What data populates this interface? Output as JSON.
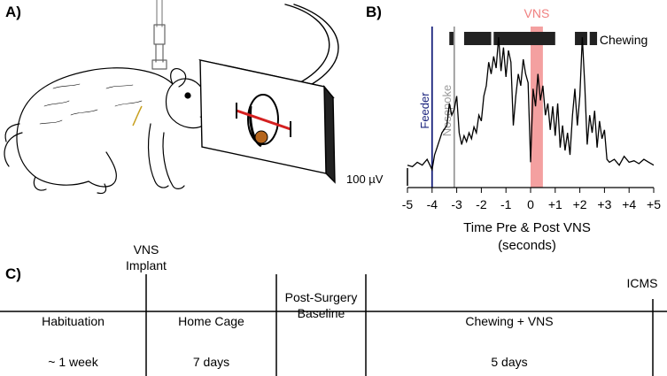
{
  "panels": {
    "a": "A)",
    "b": "B)",
    "c": "C)"
  },
  "chart_data": {
    "type": "line",
    "title": "",
    "xlabel": "Time Pre & Post VNS",
    "xlabel_sub": "(seconds)",
    "xlim": [
      -5,
      5
    ],
    "xticks": [
      "-5",
      "-4",
      "-3",
      "-2",
      "-1",
      "0",
      "+1",
      "+2",
      "+3",
      "+4",
      "+5"
    ],
    "scale_bar": "100 µV",
    "events": [
      {
        "name": "Feeder",
        "x": -4.0,
        "color": "#1a237e"
      },
      {
        "name": "Nosepoke",
        "x": -3.1,
        "color": "#999999"
      }
    ],
    "vns_band": {
      "label": "VNS",
      "x0": 0.0,
      "x1": 0.5,
      "color": "#f08080"
    },
    "chewing": {
      "label": "Chewing",
      "bouts": [
        [
          -3.3,
          -3.1
        ],
        [
          -2.7,
          -1.6
        ],
        [
          -1.5,
          1.0
        ],
        [
          1.8,
          2.3
        ],
        [
          2.4,
          2.7
        ]
      ]
    },
    "trace": {
      "x": [
        -5.0,
        -4.8,
        -4.6,
        -4.4,
        -4.2,
        -4.0,
        -3.9,
        -3.8,
        -3.6,
        -3.4,
        -3.3,
        -3.2,
        -3.1,
        -3.0,
        -2.9,
        -2.8,
        -2.7,
        -2.6,
        -2.5,
        -2.4,
        -2.3,
        -2.2,
        -2.1,
        -2.0,
        -1.9,
        -1.8,
        -1.7,
        -1.6,
        -1.5,
        -1.4,
        -1.3,
        -1.2,
        -1.1,
        -1.0,
        -0.9,
        -0.8,
        -0.7,
        -0.6,
        -0.5,
        -0.4,
        -0.3,
        -0.2,
        -0.1,
        0.0,
        0.1,
        0.2,
        0.3,
        0.4,
        0.5,
        0.6,
        0.7,
        0.8,
        0.9,
        1.0,
        1.1,
        1.2,
        1.3,
        1.4,
        1.5,
        1.6,
        1.7,
        1.8,
        1.9,
        2.0,
        2.1,
        2.2,
        2.3,
        2.4,
        2.5,
        2.6,
        2.7,
        2.8,
        2.9,
        3.0,
        3.1,
        3.2,
        3.4,
        3.6,
        3.8,
        4.0,
        4.2,
        4.4,
        4.6,
        4.8,
        5.0
      ],
      "y": [
        0.08,
        0.07,
        0.1,
        0.08,
        0.12,
        0.05,
        0.15,
        0.2,
        0.3,
        0.35,
        0.5,
        0.42,
        0.46,
        0.55,
        0.3,
        0.22,
        0.28,
        0.24,
        0.3,
        0.26,
        0.34,
        0.3,
        0.42,
        0.38,
        0.55,
        0.62,
        0.78,
        0.7,
        0.82,
        0.74,
        0.95,
        0.72,
        0.88,
        0.68,
        0.86,
        0.78,
        0.35,
        0.55,
        0.7,
        0.62,
        0.8,
        0.7,
        0.64,
        0.1,
        0.6,
        0.48,
        0.7,
        0.52,
        0.62,
        0.42,
        0.5,
        0.32,
        0.48,
        0.28,
        0.5,
        0.2,
        0.35,
        0.18,
        0.3,
        0.15,
        0.42,
        0.6,
        0.35,
        0.55,
        0.95,
        0.62,
        0.22,
        0.42,
        0.3,
        0.45,
        0.2,
        0.38,
        0.26,
        0.32,
        0.12,
        0.1,
        0.12,
        0.08,
        0.14,
        0.1,
        0.11,
        0.09,
        0.12,
        0.1,
        0.08
      ]
    }
  },
  "timeline": {
    "above": [
      {
        "label": "VNS\nImplant"
      },
      {
        "label": "ICMS"
      }
    ],
    "segments": [
      {
        "label": "Habituation",
        "duration": "~ 1 week"
      },
      {
        "label": "Home Cage",
        "duration": "7 days"
      },
      {
        "label": "Post-Surgery\nBaseline",
        "duration": ""
      },
      {
        "label": "Chewing + VNS",
        "duration": "5 days"
      }
    ]
  }
}
